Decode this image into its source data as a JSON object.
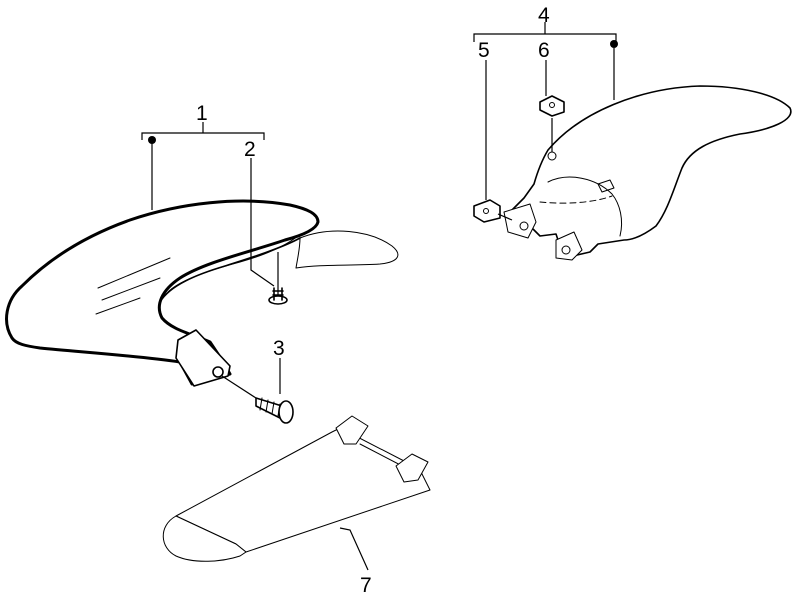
{
  "diagram": {
    "callouts": {
      "c1": "1",
      "c2": "2",
      "c3": "3",
      "c4": "4",
      "c5": "5",
      "c6": "6",
      "c7": "7"
    }
  },
  "colors": {
    "ink": "#000000",
    "paper": "#ffffff"
  }
}
